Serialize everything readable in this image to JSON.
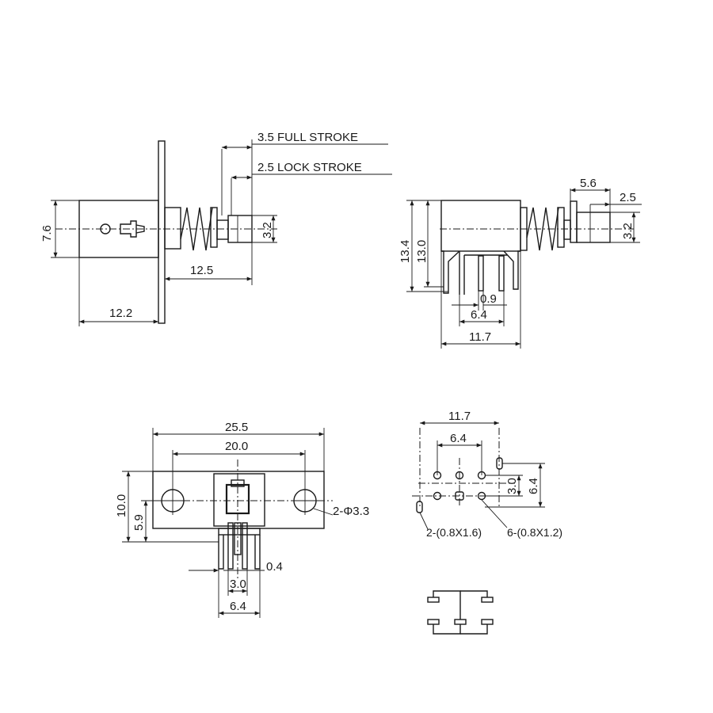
{
  "drawing": {
    "stroke_color": "#1a1a1a",
    "background": "#ffffff",
    "side_view": {
      "full_stroke": "3.5 FULL STROKE",
      "lock_stroke": "2.5 LOCK STROKE",
      "height": "7.6",
      "stem": "3.2",
      "len_a": "12.5",
      "len_b": "12.2"
    },
    "end_view": {
      "d1": "5.6",
      "d2": "2.5",
      "h1": "13.4",
      "h2": "13.0",
      "stem": "3.2",
      "w1": "0.9",
      "w2": "6.4",
      "w3": "11.7"
    },
    "bottom_view": {
      "w_total": "25.5",
      "w_holes": "20.0",
      "h1": "10.0",
      "h2": "5.9",
      "holes": "2-Φ3.3",
      "pin_t": "0.4",
      "pin_pitch": "3.0",
      "pin_span": "6.4"
    },
    "pcb_layout": {
      "w1": "11.7",
      "w2": "6.4",
      "h1": "3.0",
      "h2": "6.4",
      "slots": "2-(0.8X1.6)",
      "holes": "6-(0.8X1.2)"
    }
  }
}
